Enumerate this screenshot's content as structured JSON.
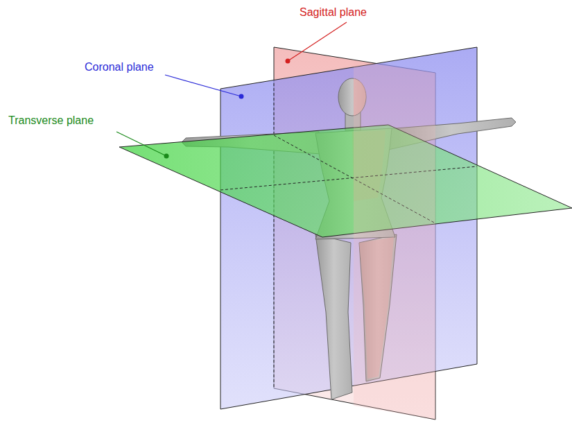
{
  "diagram": {
    "labels": [
      "Sagittal plane",
      "Coronal plane",
      "Transverse plane"
    ]
  }
}
